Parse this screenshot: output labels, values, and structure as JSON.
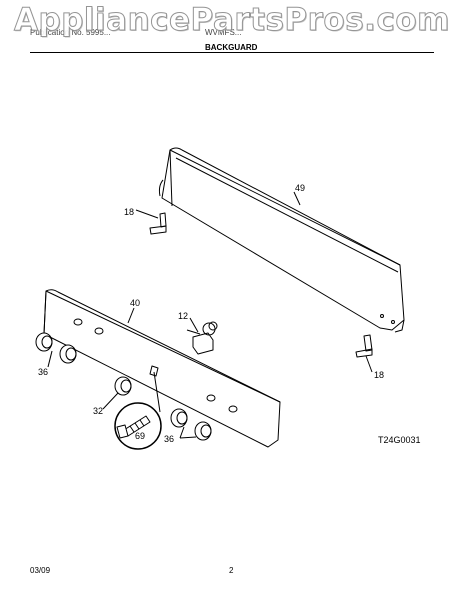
{
  "watermark": "AppliancePartsPros.com",
  "header": {
    "left_text": "Publication No. 5995...",
    "model_text": "WVMFS...",
    "title": "BACKGUARD"
  },
  "callouts": {
    "c49": "49",
    "c18a": "18",
    "c40": "40",
    "c12": "12",
    "c36a": "36",
    "c32": "32",
    "c69": "69",
    "c36b": "36",
    "c18b": "18"
  },
  "diagram_code": "T24G0031",
  "footer": {
    "date": "03/09",
    "page": "2"
  }
}
